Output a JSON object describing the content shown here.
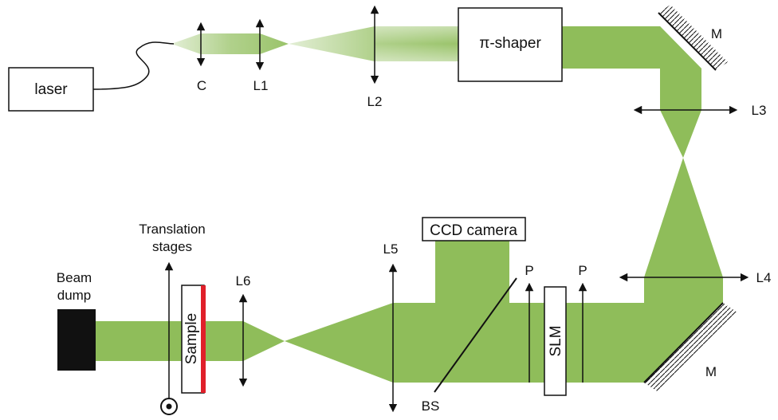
{
  "colors": {
    "beam": "#8fbd5a",
    "stroke": "#111111",
    "sample_edge": "#e0202a",
    "dump": "#111111"
  },
  "components": {
    "laser": "laser",
    "collimator": "C",
    "l1": "L1",
    "l2": "L2",
    "pi_shaper": "π-shaper",
    "mirror_top": "M",
    "l3": "L3",
    "l4": "L4",
    "mirror_bottom": "M",
    "slm": "SLM",
    "polarizer_right": "P",
    "polarizer_left": "P",
    "beam_splitter": "BS",
    "ccd_camera": "CCD camera",
    "l5": "L5",
    "l6": "L6",
    "sample": "Sample",
    "translation_stages_line1": "Translation",
    "translation_stages_line2": "stages",
    "beam_dump_line1": "Beam",
    "beam_dump_line2": "dump"
  }
}
